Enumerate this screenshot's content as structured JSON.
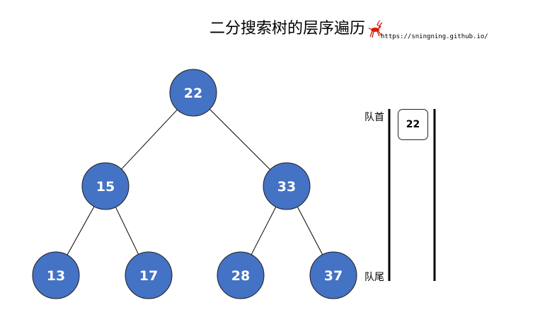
{
  "title": "二分搜索树的层序遍历",
  "url": "https://sningning.github.io/",
  "logo_icon": "deer-logo-icon",
  "colors": {
    "node_fill": "#4472c4",
    "node_stroke": "#1f1f1f",
    "node_text": "#ffffff",
    "edge": "#000000",
    "logo": "#d81e06"
  },
  "tree": {
    "nodes": [
      {
        "id": "n22",
        "value": "22"
      },
      {
        "id": "n15",
        "value": "15"
      },
      {
        "id": "n33",
        "value": "33"
      },
      {
        "id": "n13",
        "value": "13"
      },
      {
        "id": "n17",
        "value": "17"
      },
      {
        "id": "n28",
        "value": "28"
      },
      {
        "id": "n37",
        "value": "37"
      }
    ],
    "edges": [
      [
        "n22",
        "n15"
      ],
      [
        "n22",
        "n33"
      ],
      [
        "n15",
        "n13"
      ],
      [
        "n15",
        "n17"
      ],
      [
        "n33",
        "n28"
      ],
      [
        "n33",
        "n37"
      ]
    ]
  },
  "queue": {
    "front_label": "队首",
    "rear_label": "队尾",
    "items": [
      "22"
    ]
  }
}
